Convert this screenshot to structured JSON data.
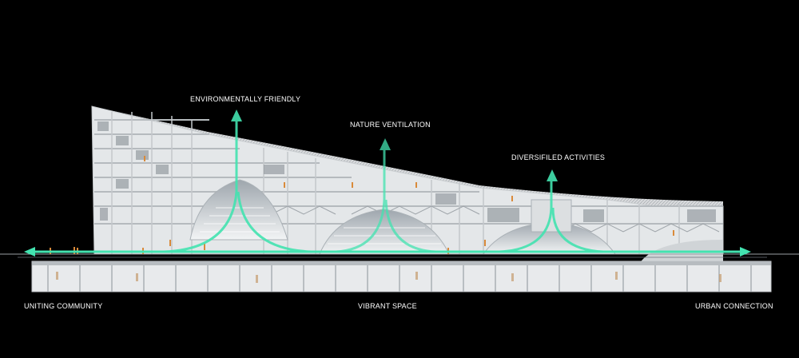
{
  "labels": {
    "environmentally_friendly": "ENVIRONMENTALLY FRIENDLY",
    "nature_ventilation": "NATURE VENTILATION",
    "diversified_activities": "DIVERSIFILED ACTIVITIES",
    "uniting_community": "UNITING COMMUNITY",
    "vibrant_space": "VIBRANT SPACE",
    "urban_connection": "URBAN CONNECTION"
  },
  "colors": {
    "background": "#000000",
    "building": "#e6e8ea",
    "structure": "#bfc3c7",
    "interior_shadow": "#8e959b",
    "arrow": "#43e3b0",
    "people": "#d98a3a"
  }
}
